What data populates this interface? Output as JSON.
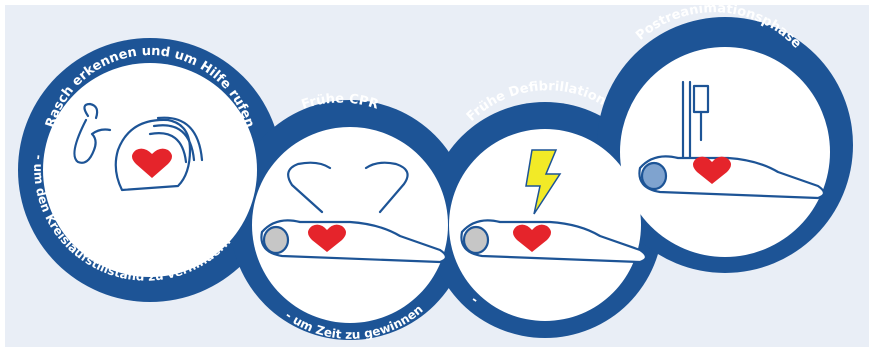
{
  "colors": {
    "background": "#e9eef6",
    "ring": "#1d5496",
    "heart": "#e5242b",
    "bolt": "#f2ea27",
    "outline": "#1d5496",
    "head_fill": "#c6c6c6",
    "head_fill_post": "#7fa3cf"
  },
  "stages": [
    {
      "title": "Rasch erkennen und um Hilfe rufen",
      "subtitle": "- um den Kreislaufstillstand zu verhindern",
      "icon": "phone-and-chest-icon"
    },
    {
      "title": "Frühe CPR",
      "subtitle": "- um Zeit zu gewinnen",
      "icon": "stethoscope-patient-icon"
    },
    {
      "title": "Frühe Defibrillation",
      "subtitle": "-",
      "icon": "lightning-patient-icon"
    },
    {
      "title": "Postreanimationsphase",
      "subtitle": "",
      "icon": "iv-drip-patient-icon"
    }
  ]
}
